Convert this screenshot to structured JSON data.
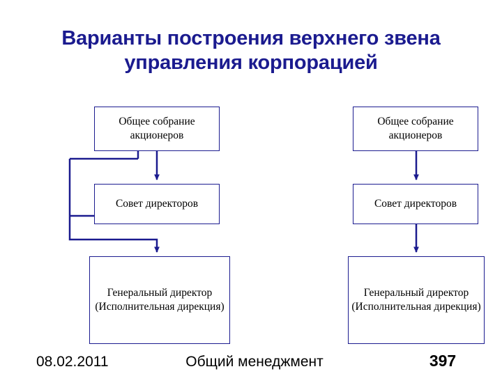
{
  "slide": {
    "title": "Варианты построения верхнего звена управления корпорацией",
    "accent_color": "#1b1b8f",
    "background_color": "#ffffff"
  },
  "diagram": {
    "left_variant": {
      "boxes": [
        {
          "id": "shareholders-meeting",
          "label": "Общее собрание акционеров"
        },
        {
          "id": "board-of-directors",
          "label": "Совет директоров"
        },
        {
          "id": "general-director",
          "label": "Генеральный директор (Исполнительная дирекция)"
        }
      ]
    },
    "right_variant": {
      "boxes": [
        {
          "id": "shareholders-meeting",
          "label": "Общее собрание акционеров"
        },
        {
          "id": "board-of-directors",
          "label": "Совет директоров"
        },
        {
          "id": "general-director",
          "label": "Генеральный директор (Исполнительная дирекция)"
        }
      ]
    }
  },
  "footer": {
    "date": "08.02.2011",
    "course": "Общий менеджмент",
    "page": "397"
  }
}
